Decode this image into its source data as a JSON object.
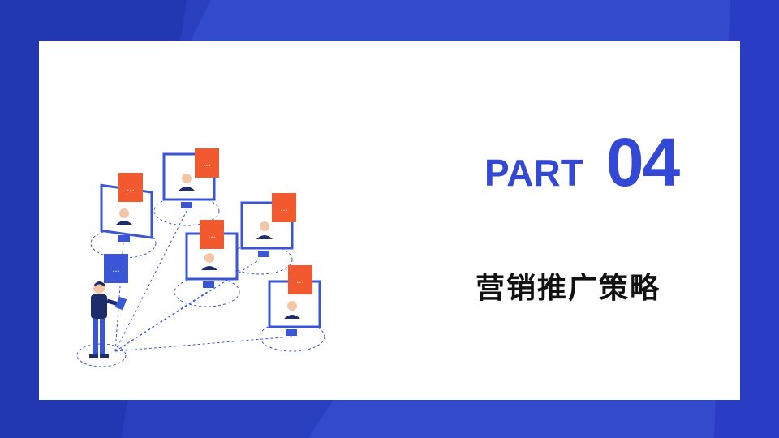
{
  "slide": {
    "part_label": "PART",
    "part_number": "04",
    "title": "营销推广策略"
  },
  "colors": {
    "background": "#2a3fbf",
    "accent": "#3448d6",
    "speech_bubble": "#f2592f",
    "card": "#ffffff",
    "title_text": "#111111"
  },
  "illustration": {
    "icons": [
      "monitor-icon",
      "speech-bubble-icon",
      "person-icon",
      "tablet-icon"
    ]
  }
}
